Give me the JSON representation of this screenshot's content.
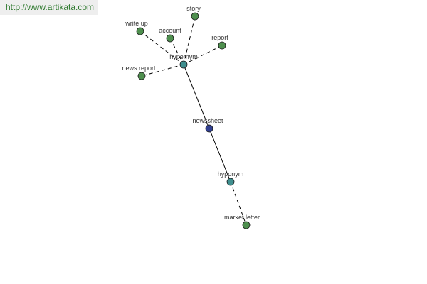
{
  "source": {
    "url_text": "http://www.artikata.com"
  },
  "colors": {
    "leaf": "#4e8f4e",
    "relation": "#3f8f8f",
    "center": "#32408f"
  },
  "graph": {
    "nodes": [
      {
        "id": "newssheet",
        "label": "newssheet",
        "kind": "center"
      },
      {
        "id": "hypernym",
        "label": "hypernym",
        "kind": "relation"
      },
      {
        "id": "hyponym",
        "label": "hyponym",
        "kind": "relation"
      },
      {
        "id": "story",
        "label": "story",
        "kind": "leaf"
      },
      {
        "id": "write-up",
        "label": "write up",
        "kind": "leaf"
      },
      {
        "id": "account",
        "label": "account",
        "kind": "leaf"
      },
      {
        "id": "report",
        "label": "report",
        "kind": "leaf"
      },
      {
        "id": "news-report",
        "label": "news report",
        "kind": "leaf"
      },
      {
        "id": "market-letter",
        "label": "market letter",
        "kind": "leaf"
      }
    ],
    "edges": [
      {
        "from": "newssheet",
        "to": "hypernym",
        "style": "solid"
      },
      {
        "from": "newssheet",
        "to": "hyponym",
        "style": "solid"
      },
      {
        "from": "hypernym",
        "to": "story",
        "style": "dashed"
      },
      {
        "from": "hypernym",
        "to": "write-up",
        "style": "dashed"
      },
      {
        "from": "hypernym",
        "to": "account",
        "style": "dashed"
      },
      {
        "from": "hypernym",
        "to": "report",
        "style": "dashed"
      },
      {
        "from": "hypernym",
        "to": "news-report",
        "style": "dashed"
      },
      {
        "from": "hyponym",
        "to": "market-letter",
        "style": "dashed"
      }
    ]
  }
}
